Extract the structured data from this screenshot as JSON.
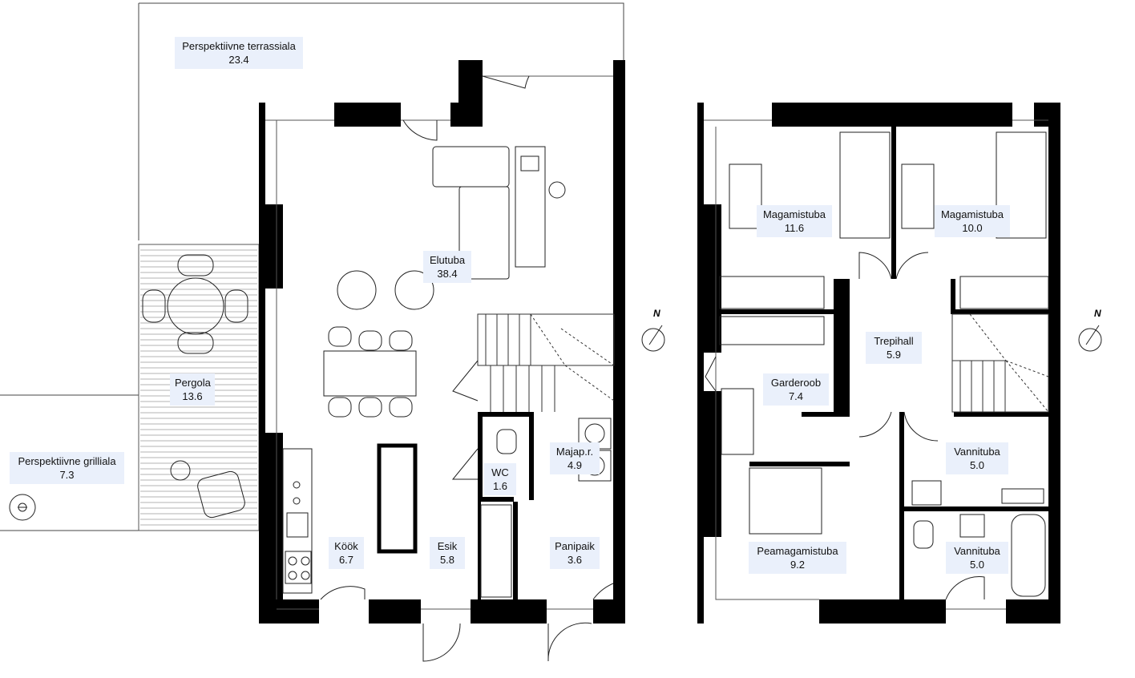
{
  "rooms": [
    {
      "name": "Perspektiivne terrassiala",
      "area": "23.4"
    },
    {
      "name": "Pergola",
      "area": "13.6"
    },
    {
      "name": "Perspektiivne grilliala",
      "area": "7.3"
    },
    {
      "name": "Elutuba",
      "area": "38.4"
    },
    {
      "name": "Köök",
      "area": "6.7"
    },
    {
      "name": "Esik",
      "area": "5.8"
    },
    {
      "name": "WC",
      "area": "1.6"
    },
    {
      "name": "Majap.r.",
      "area": "4.9"
    },
    {
      "name": "Panipaik",
      "area": "3.6"
    },
    {
      "name": "Magamistuba",
      "area": "11.6"
    },
    {
      "name": "Magamistuba",
      "area": "10.0"
    },
    {
      "name": "Trepihall",
      "area": "5.9"
    },
    {
      "name": "Garderoob",
      "area": "7.4"
    },
    {
      "name": "Vannituba",
      "area": "5.0"
    },
    {
      "name": "Vannituba",
      "area": "5.0"
    },
    {
      "name": "Peamagamistuba",
      "area": "9.2"
    }
  ],
  "compass": {
    "north_label": "N"
  },
  "colors": {
    "wall": "#000000",
    "label_bg": "#eaf0fb",
    "line": "#222222",
    "terrace_line": "#9a9a9a"
  }
}
